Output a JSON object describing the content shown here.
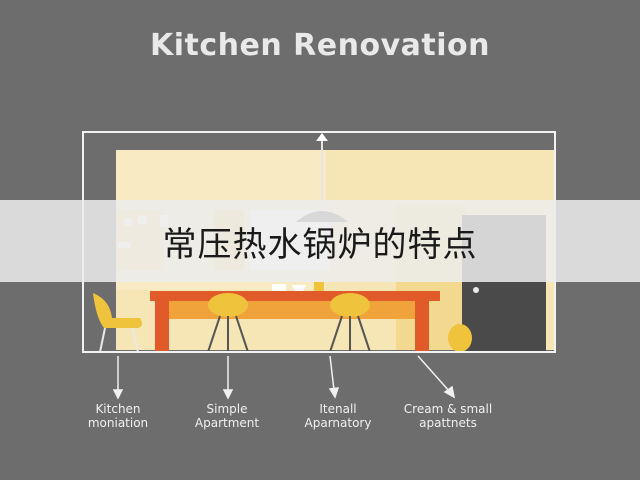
{
  "header": {
    "title": "Kitchen Renovation"
  },
  "overlay": {
    "banner_text": "常压热水锅炉的特点"
  },
  "labels": [
    {
      "line1": "Kitchen",
      "line2": "moniation"
    },
    {
      "line1": "Simple",
      "line2": "Apartment"
    },
    {
      "line1": "Itenall",
      "line2": "Aparnatory"
    },
    {
      "line1": "Cream & small",
      "line2": "apattnets"
    }
  ],
  "colors": {
    "background": "#6d6d6d",
    "wall": "#f6e6b6",
    "table": "#e05a2a",
    "stool": "#f0c33c",
    "door": "#4a4a4a"
  }
}
